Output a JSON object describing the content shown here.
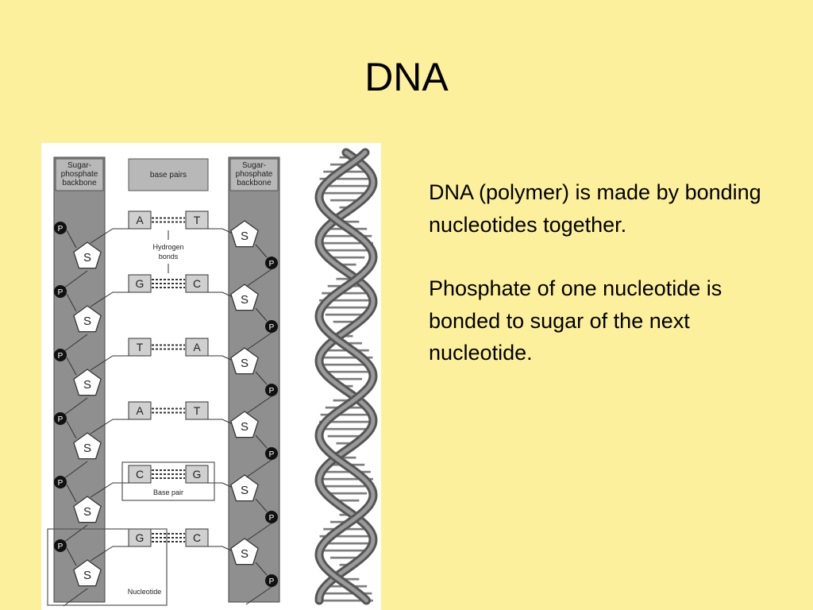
{
  "slide": {
    "title": "DNA",
    "paragraphs": [
      "DNA (polymer) is made by bonding nucleotides together.",
      "Phosphate of one nucleotide is bonded to sugar of the next nucleotide."
    ]
  },
  "figure": {
    "backbone_label_left": [
      "Sugar-",
      "phosphate",
      "backbone"
    ],
    "backbone_label_right": [
      "Sugar-",
      "phosphate",
      "backbone"
    ],
    "base_pairs_header": "base pairs",
    "hydrogen_bonds_label": [
      "Hydrogen",
      "bonds"
    ],
    "base_pair_label": "Base pair",
    "nucleotide_label": "Nucleotide",
    "sugar_letter": "S",
    "phosphate_letter": "P",
    "pairs": [
      {
        "left": "A",
        "right": "T",
        "bonds": 2
      },
      {
        "left": "G",
        "right": "C",
        "bonds": 3
      },
      {
        "left": "T",
        "right": "A",
        "bonds": 2
      },
      {
        "left": "A",
        "right": "T",
        "bonds": 2
      },
      {
        "left": "C",
        "right": "G",
        "bonds": 3
      },
      {
        "left": "G",
        "right": "C",
        "bonds": 3
      }
    ],
    "colors": {
      "background": "#fdf09c",
      "backbone_fill": "#8f8f8f",
      "label_box_fill": "#b8b8b8",
      "base_fill": "#d0d0d0",
      "helix_fill": "#7a7a7a"
    }
  }
}
